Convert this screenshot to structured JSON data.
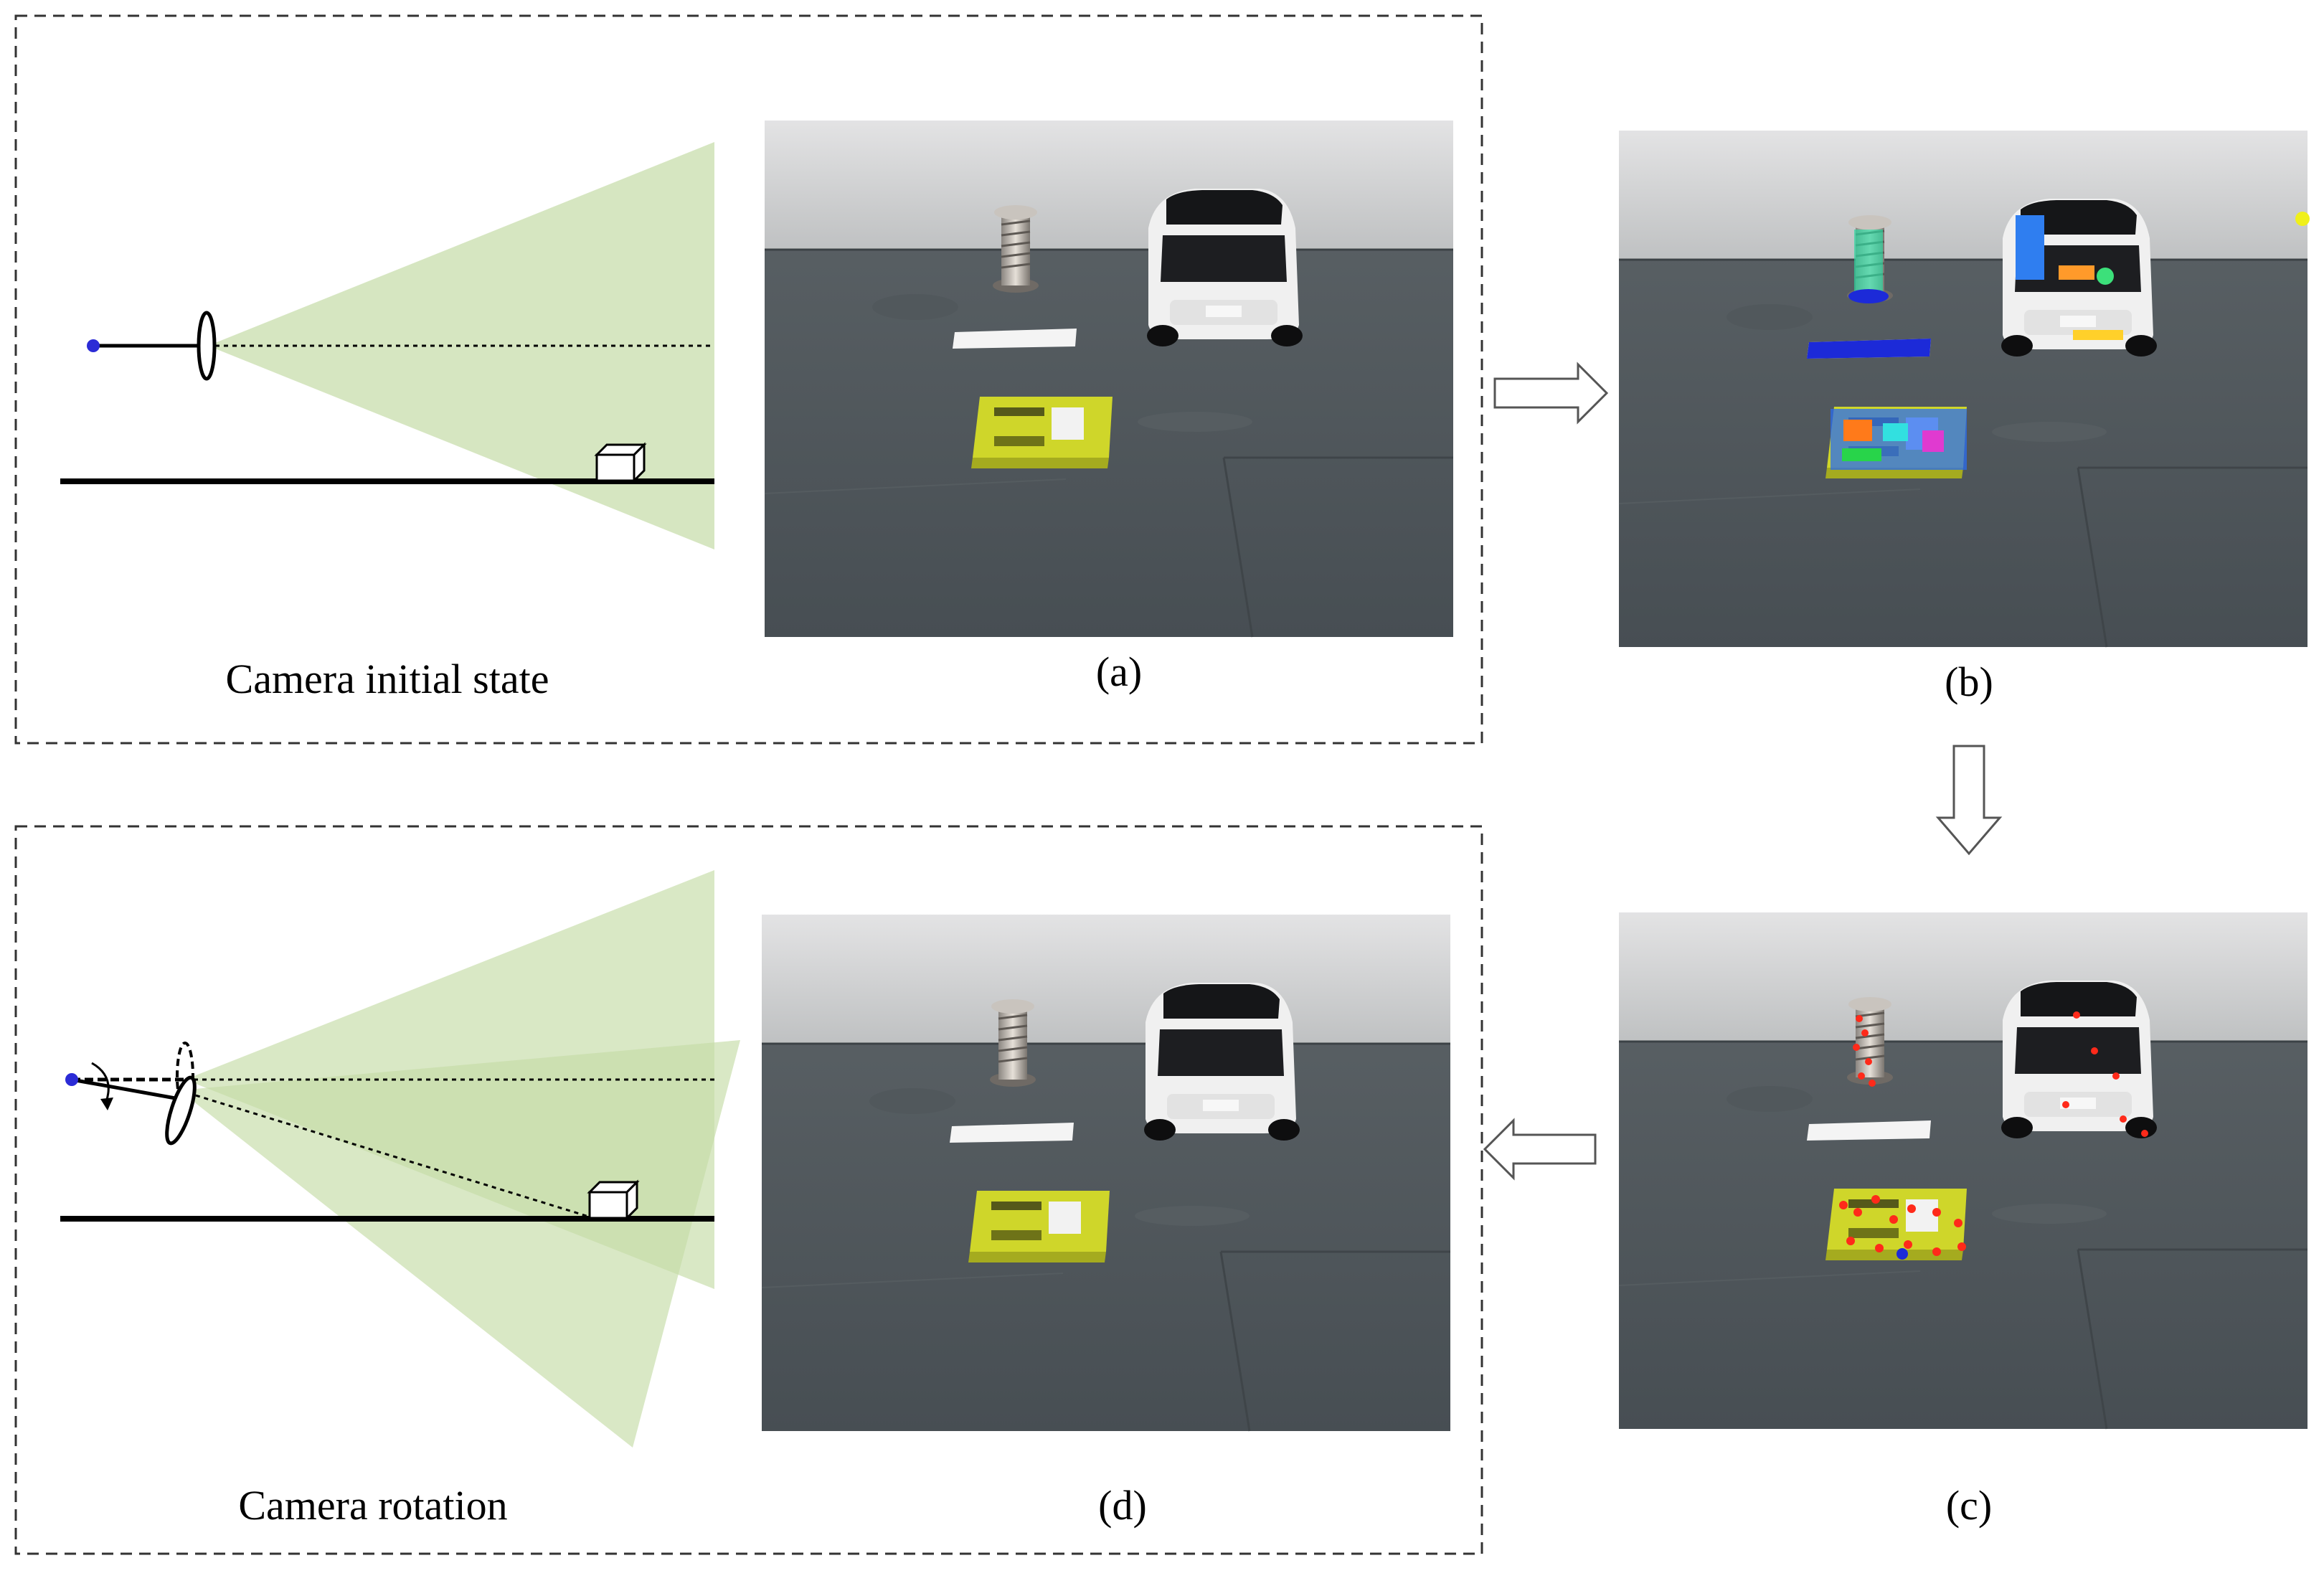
{
  "labels": {
    "initial_state": "Camera initial state",
    "rotation": "Camera rotation",
    "panel_a": "(a)",
    "panel_b": "(b)",
    "panel_c": "(c)",
    "panel_d": "(d)"
  },
  "colors": {
    "frustum": "#c5dba6",
    "camera_center": "#2b2bd6",
    "floor_dark": "#4e555a",
    "wall": "#d4d5d6",
    "box_yellow": "#cfd62a",
    "feature_red": "#ff2a1a",
    "segment_blue": "#1c2ad8",
    "dashed_border": "#333333"
  }
}
